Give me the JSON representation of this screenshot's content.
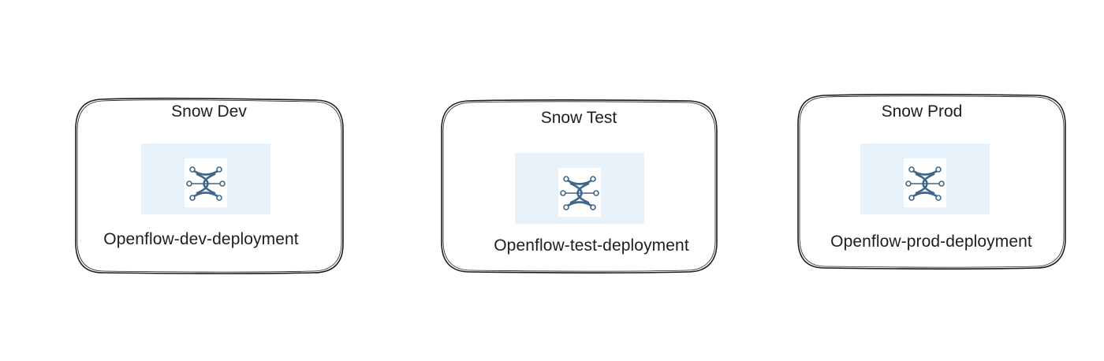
{
  "environments": [
    {
      "title": "Snow Dev",
      "deployment": "Openflow-dev-deployment",
      "icon": "openflow-network-icon"
    },
    {
      "title": "Snow Test",
      "deployment": "Openflow-test-deployment",
      "icon": "openflow-network-icon"
    },
    {
      "title": "Snow Prod",
      "deployment": "Openflow-prod-deployment",
      "icon": "openflow-network-icon"
    }
  ],
  "colors": {
    "panel": "#e7f2fb",
    "icon_stroke": "#3f6789",
    "border": "#1e1e1e"
  }
}
